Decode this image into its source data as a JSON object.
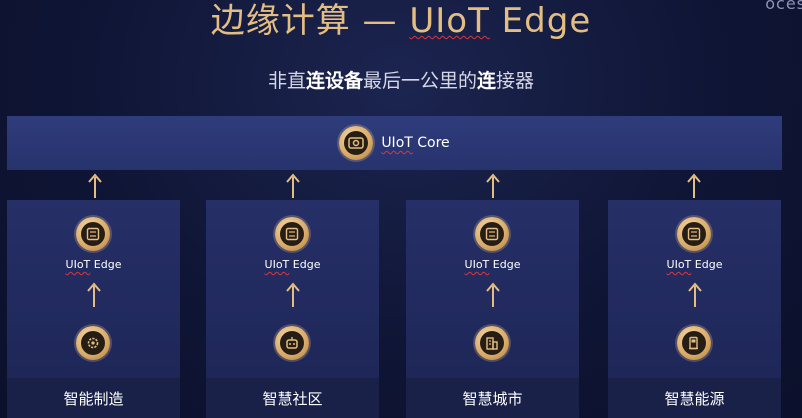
{
  "corner_text": "oces",
  "title_prefix": "边缘计算 — ",
  "title_brand": "UIoT",
  "title_suffix": " Edge",
  "subtitle": {
    "p1": "非直",
    "b1": "连设备",
    "p2": "最后一公里的",
    "b2": "连",
    "p3": "接器"
  },
  "core": {
    "brand": "UIoT",
    "rest": " Core"
  },
  "columns": [
    {
      "edge_brand": "UIoT",
      "edge_rest": " Edge",
      "sector_icon": "gear-icon",
      "label": "智能制造"
    },
    {
      "edge_brand": "UIoT",
      "edge_rest": " Edge",
      "sector_icon": "robot-icon",
      "label": "智慧社区"
    },
    {
      "edge_brand": "UIoT",
      "edge_rest": " Edge",
      "sector_icon": "building-icon",
      "label": "智慧城市"
    },
    {
      "edge_brand": "UIoT",
      "edge_rest": " Edge",
      "sector_icon": "fuel-pump-icon",
      "label": "智慧能源"
    }
  ],
  "colors": {
    "gold": "#e4bd82",
    "accent_bar": "#2f3c7c",
    "panel": "#262f67"
  }
}
